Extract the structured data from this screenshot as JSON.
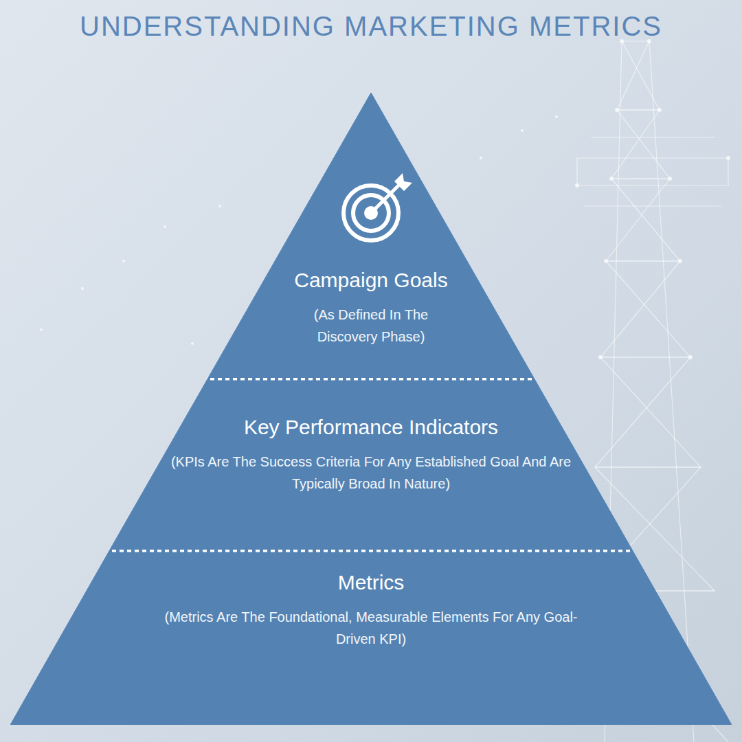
{
  "diagram": {
    "title": "UNDERSTANDING MARKETING METRICS",
    "nodes": [
      {
        "text": [
          "Campaign Goals",
          "(As Defined In The Discovery Phase)"
        ]
      },
      {
        "text": [
          "Key Performance Indicators",
          "(KPIs Are The Success Criteria For Any Established Goal And Are Typically Broad In Nature)"
        ]
      },
      {
        "text": [
          "Metrics",
          "(Metrics Are The Foundational, Measurable Elements For Any Goal-Driven KPI)"
        ]
      }
    ]
  }
}
